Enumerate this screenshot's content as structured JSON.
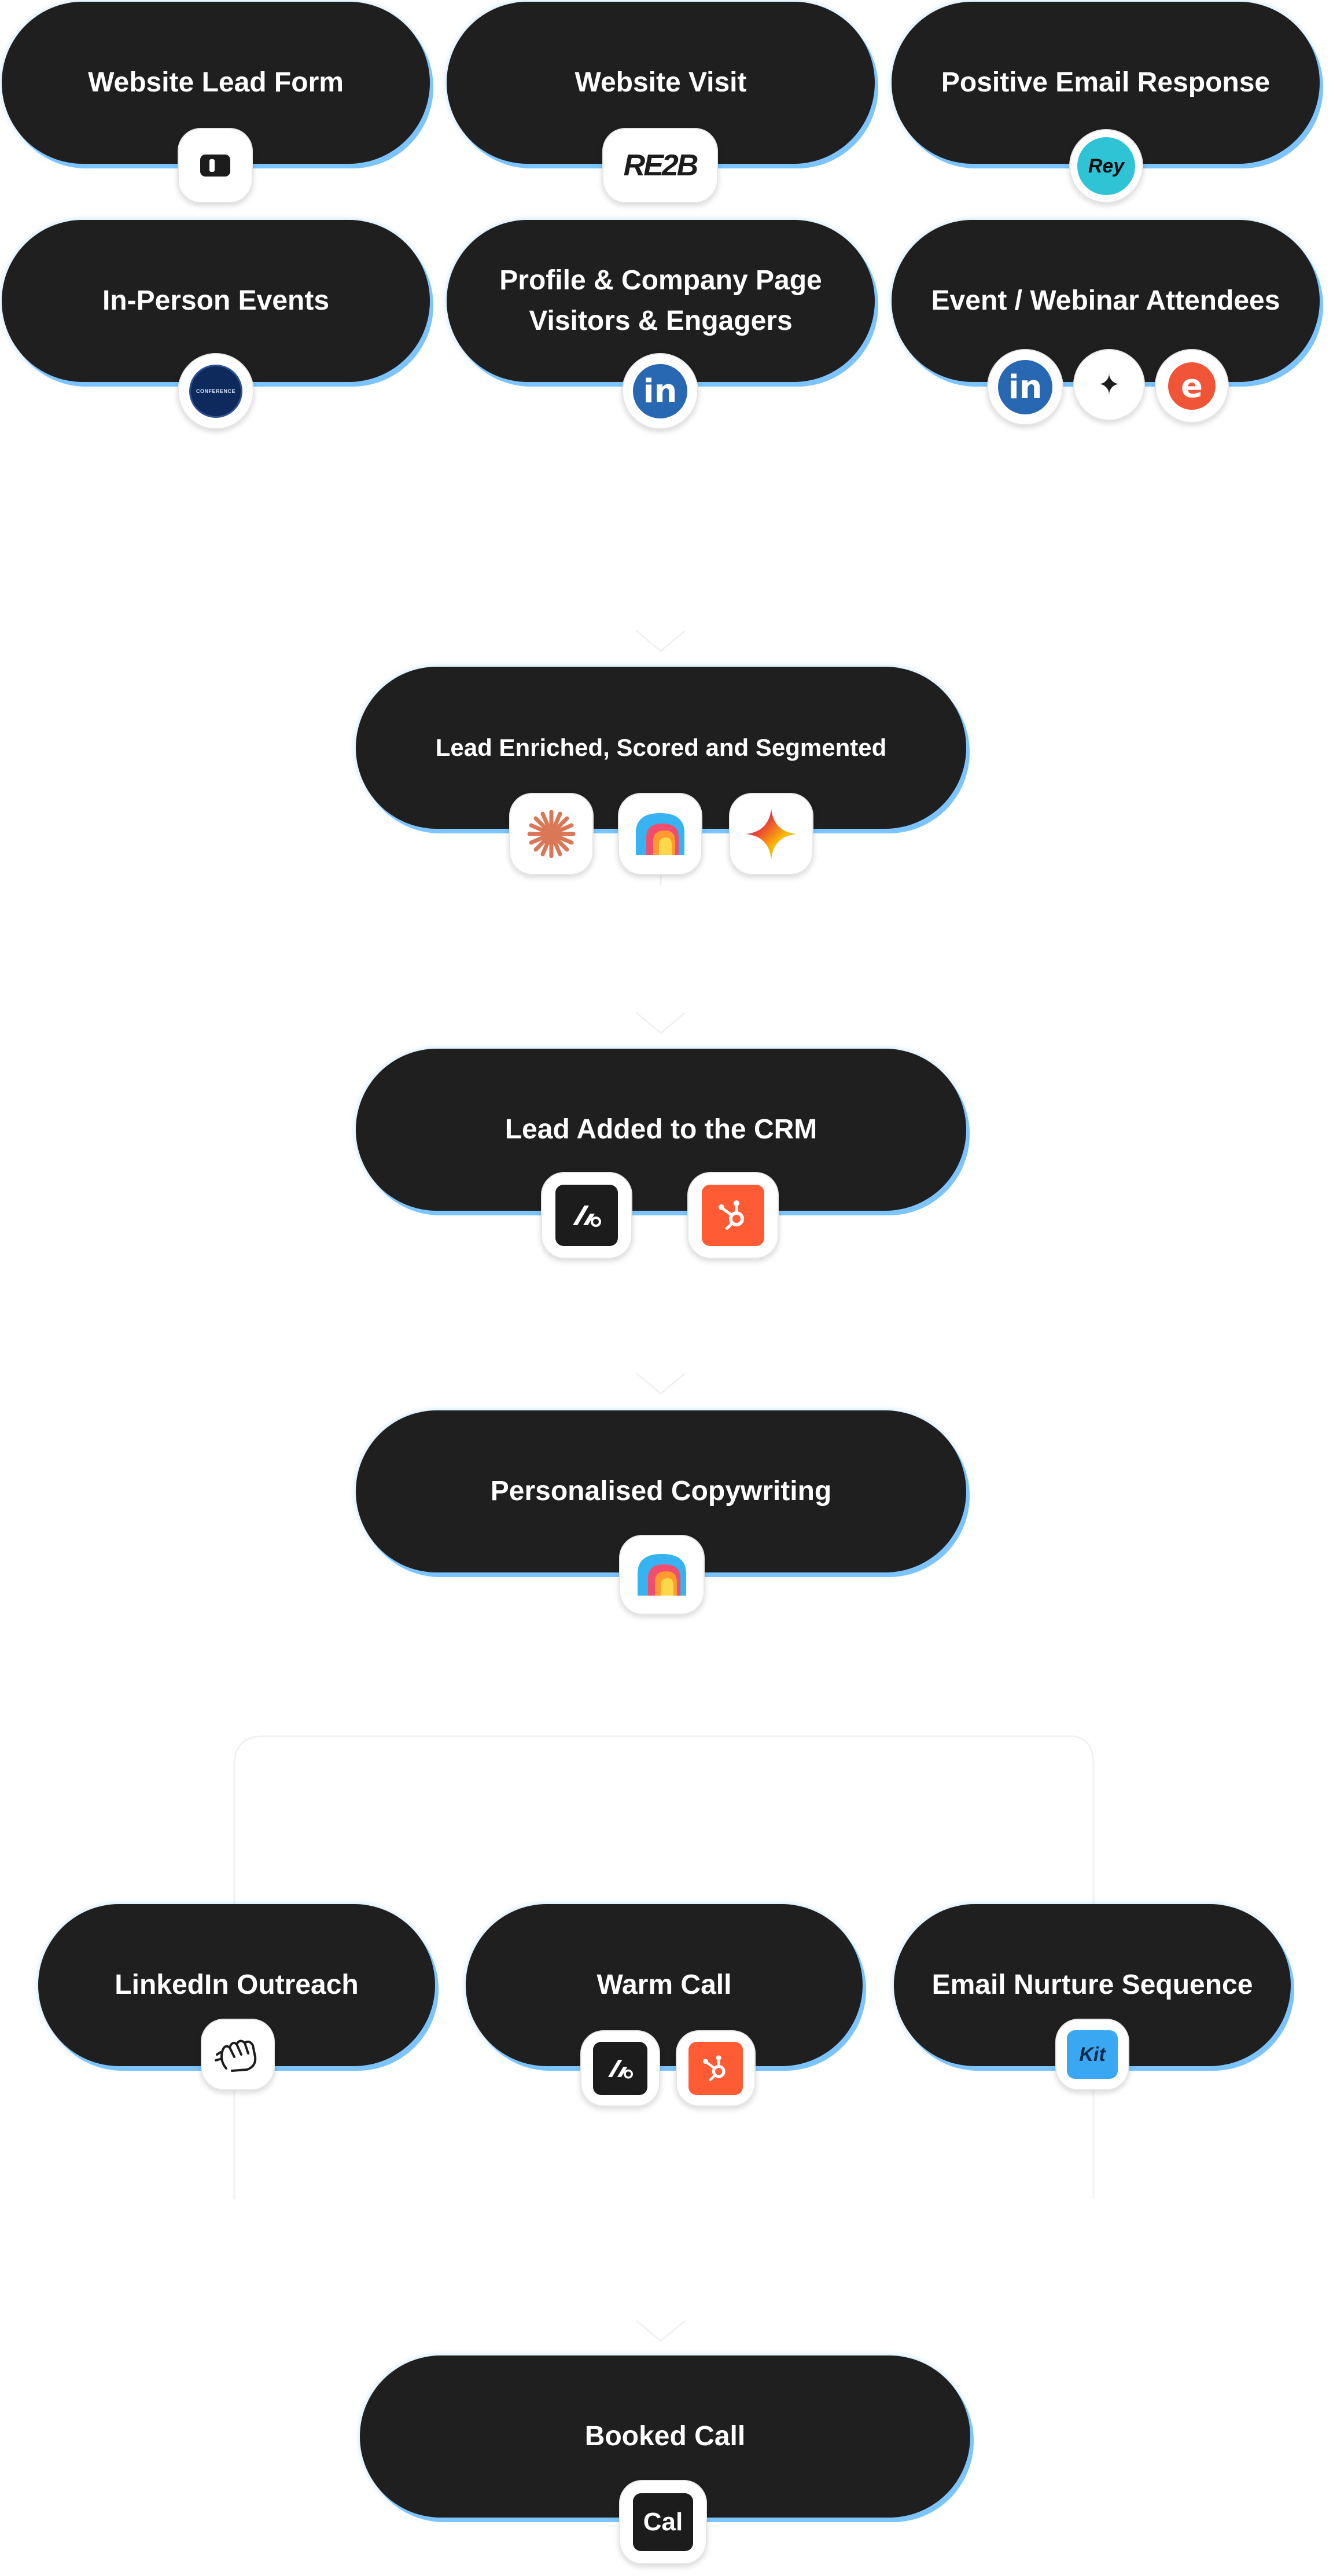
{
  "sources": {
    "website_lead_form": {
      "label": "Website Lead Form",
      "icon": "form-tool-icon"
    },
    "website_visit": {
      "label": "Website Visit",
      "icon": "rb2b-logo",
      "logo_text": "RE2B"
    },
    "positive_email_response": {
      "label": "Positive Email Response",
      "icon": "reply-logo",
      "logo_text": "Rey"
    },
    "in_person_events": {
      "label": "In-Person Events",
      "icon": "conference-app-icon",
      "logo_text": "CONFERENCE"
    },
    "profile_company_page": {
      "label": "Profile & Company Page Visitors & Engagers",
      "icon": "linkedin-icon",
      "logo_text": "in"
    },
    "event_webinar_attendees": {
      "label": "Event / Webinar Attendees",
      "icons": [
        "linkedin-icon",
        "sparkle-icon",
        "eventbrite-icon"
      ],
      "logo_texts": [
        "in",
        "✦",
        "e"
      ]
    }
  },
  "steps": {
    "lead_enriched": {
      "label": "Lead Enriched, Scored and Segmented",
      "icons": [
        "claude-icon",
        "clay-icon",
        "gemini-icon"
      ]
    },
    "lead_added_crm": {
      "label": "Lead Added to the CRM",
      "icons": [
        "attio-icon",
        "hubspot-icon"
      ]
    },
    "personalised_copywriting": {
      "label": "Personalised Copywriting",
      "icons": [
        "clay-icon"
      ]
    }
  },
  "channels": {
    "linkedin_outreach": {
      "label": "LinkedIn Outreach",
      "icon": "heyreach-icon"
    },
    "warm_call": {
      "label": "Warm Call",
      "icons": [
        "attio-icon",
        "hubspot-icon"
      ]
    },
    "email_nurture": {
      "label": "Email Nurture Sequence",
      "icon": "kit-icon",
      "logo_text": "Kit"
    }
  },
  "outcome": {
    "booked_call": {
      "label": "Booked Call",
      "icon": "cal-icon",
      "logo_text": "Cal"
    }
  },
  "colors": {
    "node_fill": "#1f1f1f",
    "node_glow": "#7cc4ff",
    "hubspot": "#ff5c35",
    "linkedin": "#2867b2",
    "eventbrite": "#f05537",
    "reply": "#2ec4d6",
    "kit": "#3aa7f2",
    "claude": "#d97757"
  }
}
